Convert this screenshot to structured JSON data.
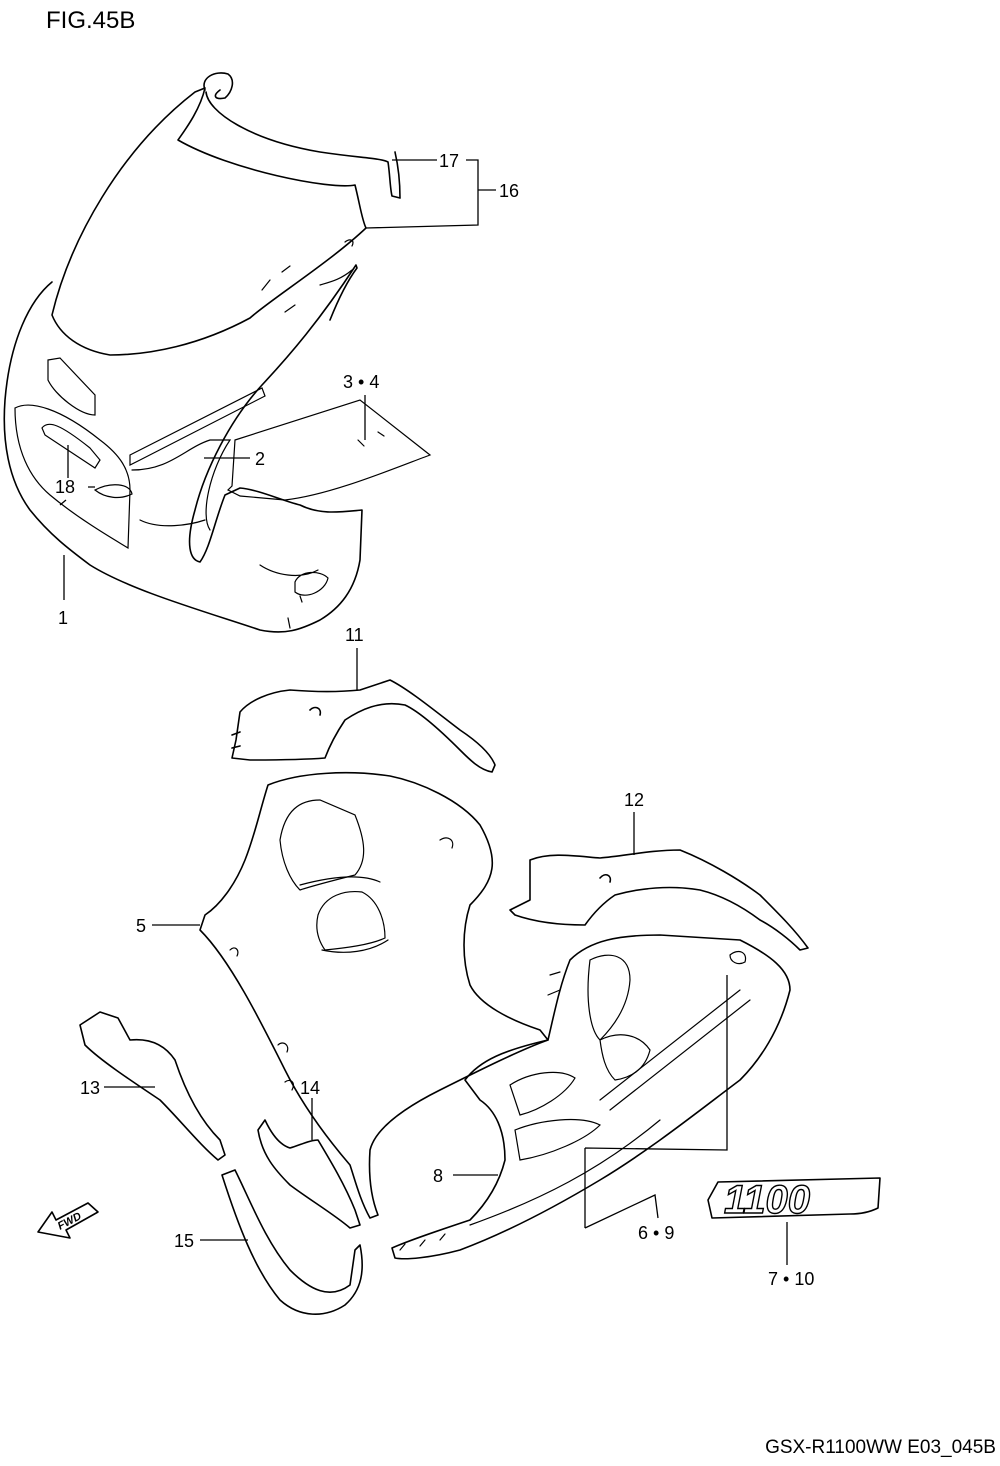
{
  "figure_id": "FIG.45B",
  "model_code": "GSX-R1100WW  E03_045B",
  "fwd_marker": "FWD",
  "decal_1100_text": "1100",
  "callouts": {
    "c1": "1",
    "c2": "2",
    "c3_4": "3 • 4",
    "c5": "5",
    "c6_9": "6 • 9",
    "c7_10": "7 • 10",
    "c8": "8",
    "c11": "11",
    "c12": "12",
    "c13": "13",
    "c14": "14",
    "c15": "15",
    "c16": "16",
    "c17": "17",
    "c18": "18"
  }
}
